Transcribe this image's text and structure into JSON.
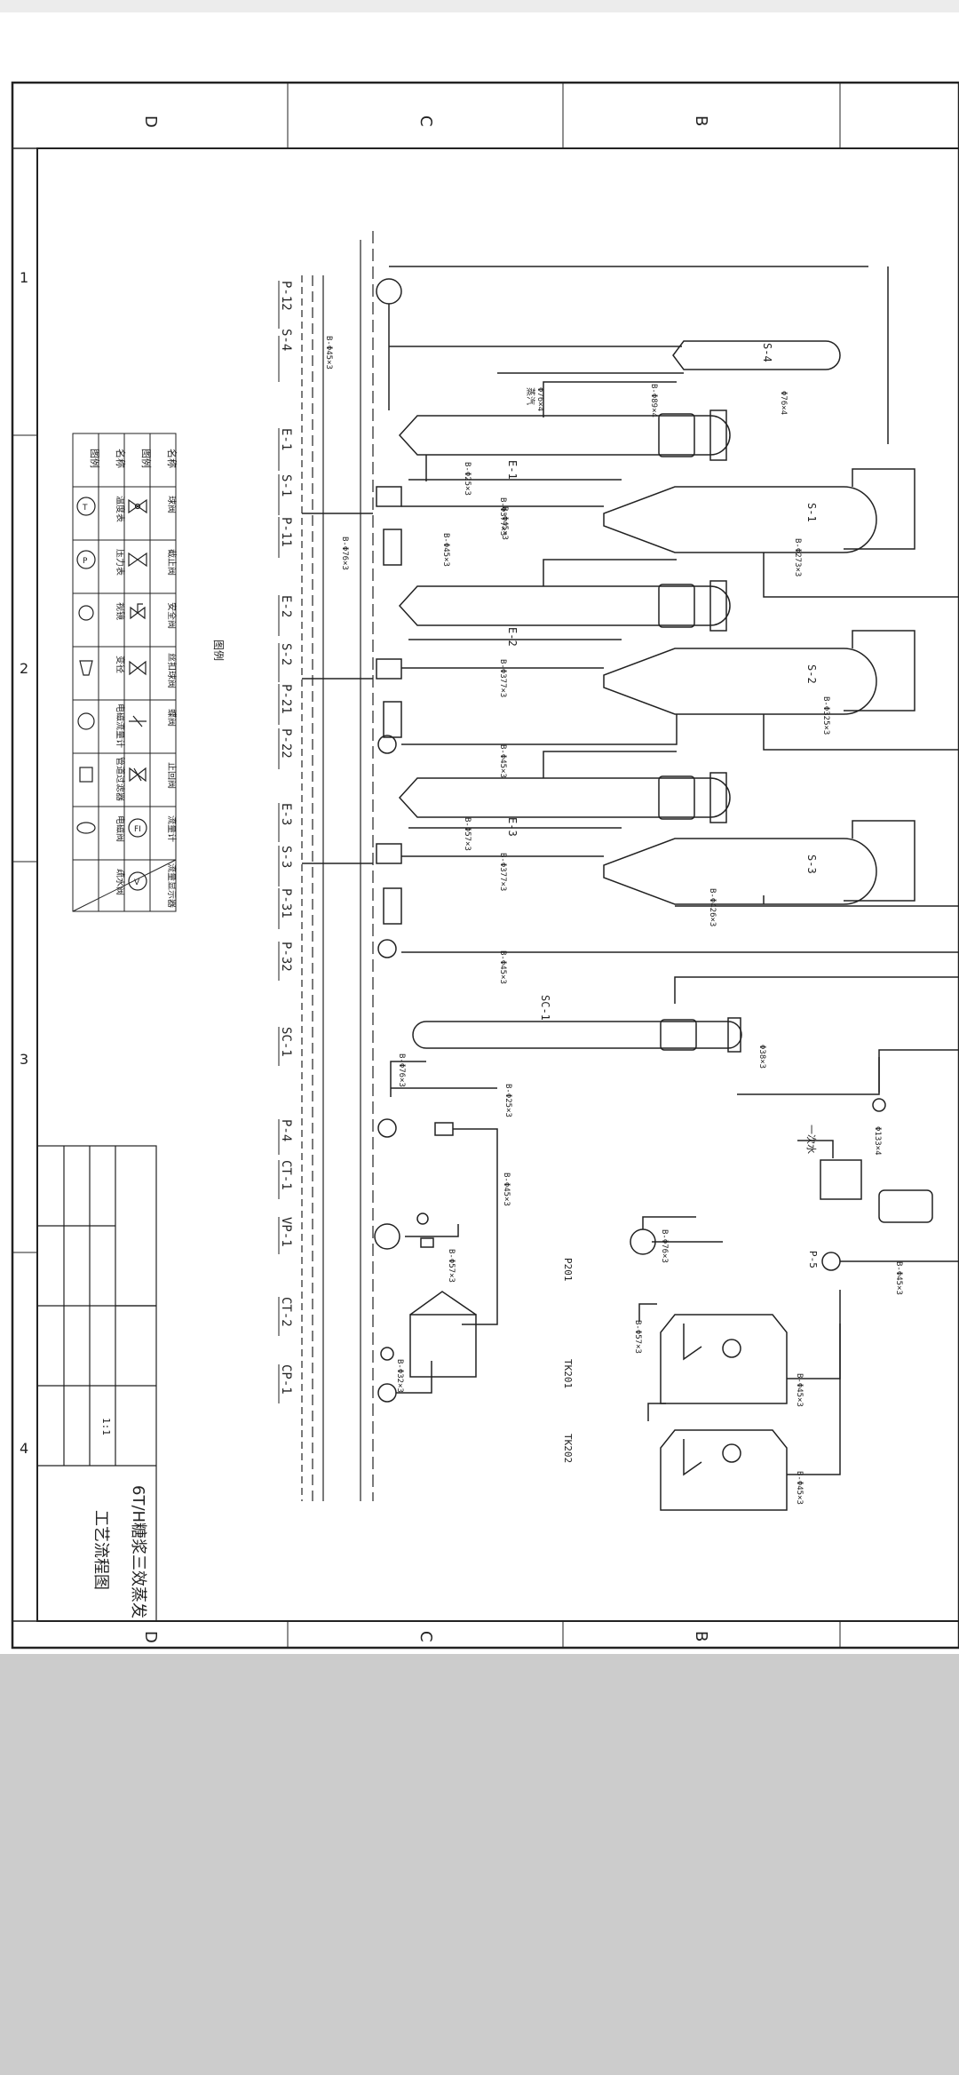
{
  "sheet": {
    "colors": {
      "paper": "#ffffff",
      "line": "#222222",
      "band": "#ececec",
      "bottom": "#cccccc"
    },
    "zone_letters": [
      "D",
      "C",
      "B"
    ],
    "zone_numbers": [
      "1",
      "2",
      "3",
      "4"
    ]
  },
  "equipment_tags": [
    "P-12",
    "S-4",
    "E-1",
    "S-1",
    "P-11",
    "E-2",
    "S-2",
    "P-21",
    "P-22",
    "E-3",
    "S-3",
    "P-31",
    "P-32",
    "SC-1",
    "P-4",
    "CT-1",
    "VP-1",
    "CT-2",
    "CP-1"
  ],
  "diagram_labels": {
    "vessels": [
      "E-1",
      "E-2",
      "E-3",
      "S-1",
      "S-2",
      "S-3",
      "S-4",
      "SC-1"
    ],
    "tanks": [
      "P201",
      "TK201",
      "TK202",
      "P-5"
    ],
    "water_inlet": "一次水",
    "steam": "蒸汽",
    "pipe_specs": [
      "B-Φ45×3",
      "B-Φ76×3",
      "B-Φ45×3",
      "Φ76×4",
      "B-Φ89×4",
      "Φ76×4",
      "B-Φ25×3",
      "B-Φ377×3",
      "B-Φ273×3",
      "B-Φ45×3",
      "B-Φ377×3",
      "B-Φ325×3",
      "B-Φ45×3",
      "B-Φ57×3",
      "B-Φ377×3",
      "B-Φ426×3",
      "B-Φ45×3",
      "B-Φ76×3",
      "B-Φ25×3",
      "Φ38×3",
      "B-Φ45×3",
      "B-Φ57×3",
      "B-Φ76×3",
      "B-Φ57×3",
      "B-Φ45×3",
      "B-Φ45×3",
      "Φ133×4",
      "B-Φ45×3",
      "B-Φ32×3"
    ]
  },
  "legend": {
    "title": "图例",
    "rows": [
      [
        "名称",
        "图例",
        "名称",
        "图例"
      ],
      [
        "球阀",
        "",
        "温度表",
        ""
      ],
      [
        "截止阀",
        "",
        "压力表",
        ""
      ],
      [
        "安全阀",
        "",
        "视镜",
        ""
      ],
      [
        "丝扣球阀",
        "",
        "变径",
        ""
      ],
      [
        "蝶阀",
        "",
        "电磁流量计",
        ""
      ],
      [
        "止回阀",
        "",
        "管道过滤器",
        ""
      ],
      [
        "流量计",
        "",
        "电磁阀",
        ""
      ],
      [
        "流量显示器",
        "",
        "疏水阀",
        ""
      ]
    ]
  },
  "title_block": {
    "drawing_title": "6T/H糖浆三效蒸发",
    "subtitle": "工艺流程图",
    "scale": "1:1"
  }
}
